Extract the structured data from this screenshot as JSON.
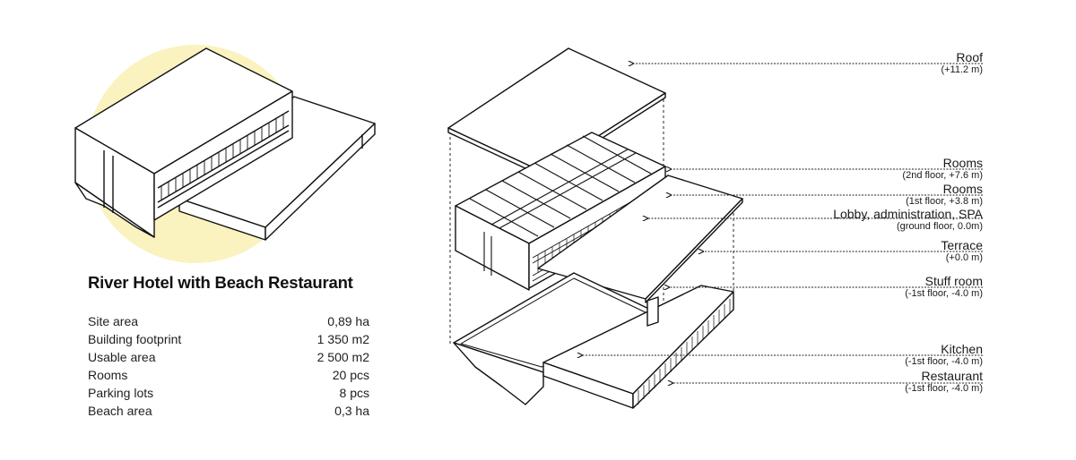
{
  "title": "River Hotel with Beach Restaurant",
  "stats": [
    {
      "label": "Site area",
      "value": "0,89 ha"
    },
    {
      "label": "Building footprint",
      "value": "1 350 m2"
    },
    {
      "label": "Usable area",
      "value": "2 500 m2"
    },
    {
      "label": "Rooms",
      "value": "20 pcs"
    },
    {
      "label": "Parking lots",
      "value": "8 pcs"
    },
    {
      "label": "Beach area",
      "value": "0,3 ha"
    }
  ],
  "layers": [
    {
      "name": "Roof",
      "level": "(+11.2 m)"
    },
    {
      "name": "Rooms",
      "level": "(2nd floor, +7.6 m)"
    },
    {
      "name": "Rooms",
      "level": "(1st floor, +3.8 m)"
    },
    {
      "name": "Lobby, administration, SPA",
      "level": "(ground floor, 0.0m)"
    },
    {
      "name": "Terrace",
      "level": "(+0.0 m)"
    },
    {
      "name": "Stuff room",
      "level": "(-1st floor, -4.0 m)"
    },
    {
      "name": "Kitchen",
      "level": "(-1st floor, -4.0 m)"
    },
    {
      "name": "Restaurant",
      "level": "(-1st floor, -4.0 m)"
    }
  ],
  "colors": {
    "highlight_circle": "#faf3c0",
    "line": "#111111"
  }
}
